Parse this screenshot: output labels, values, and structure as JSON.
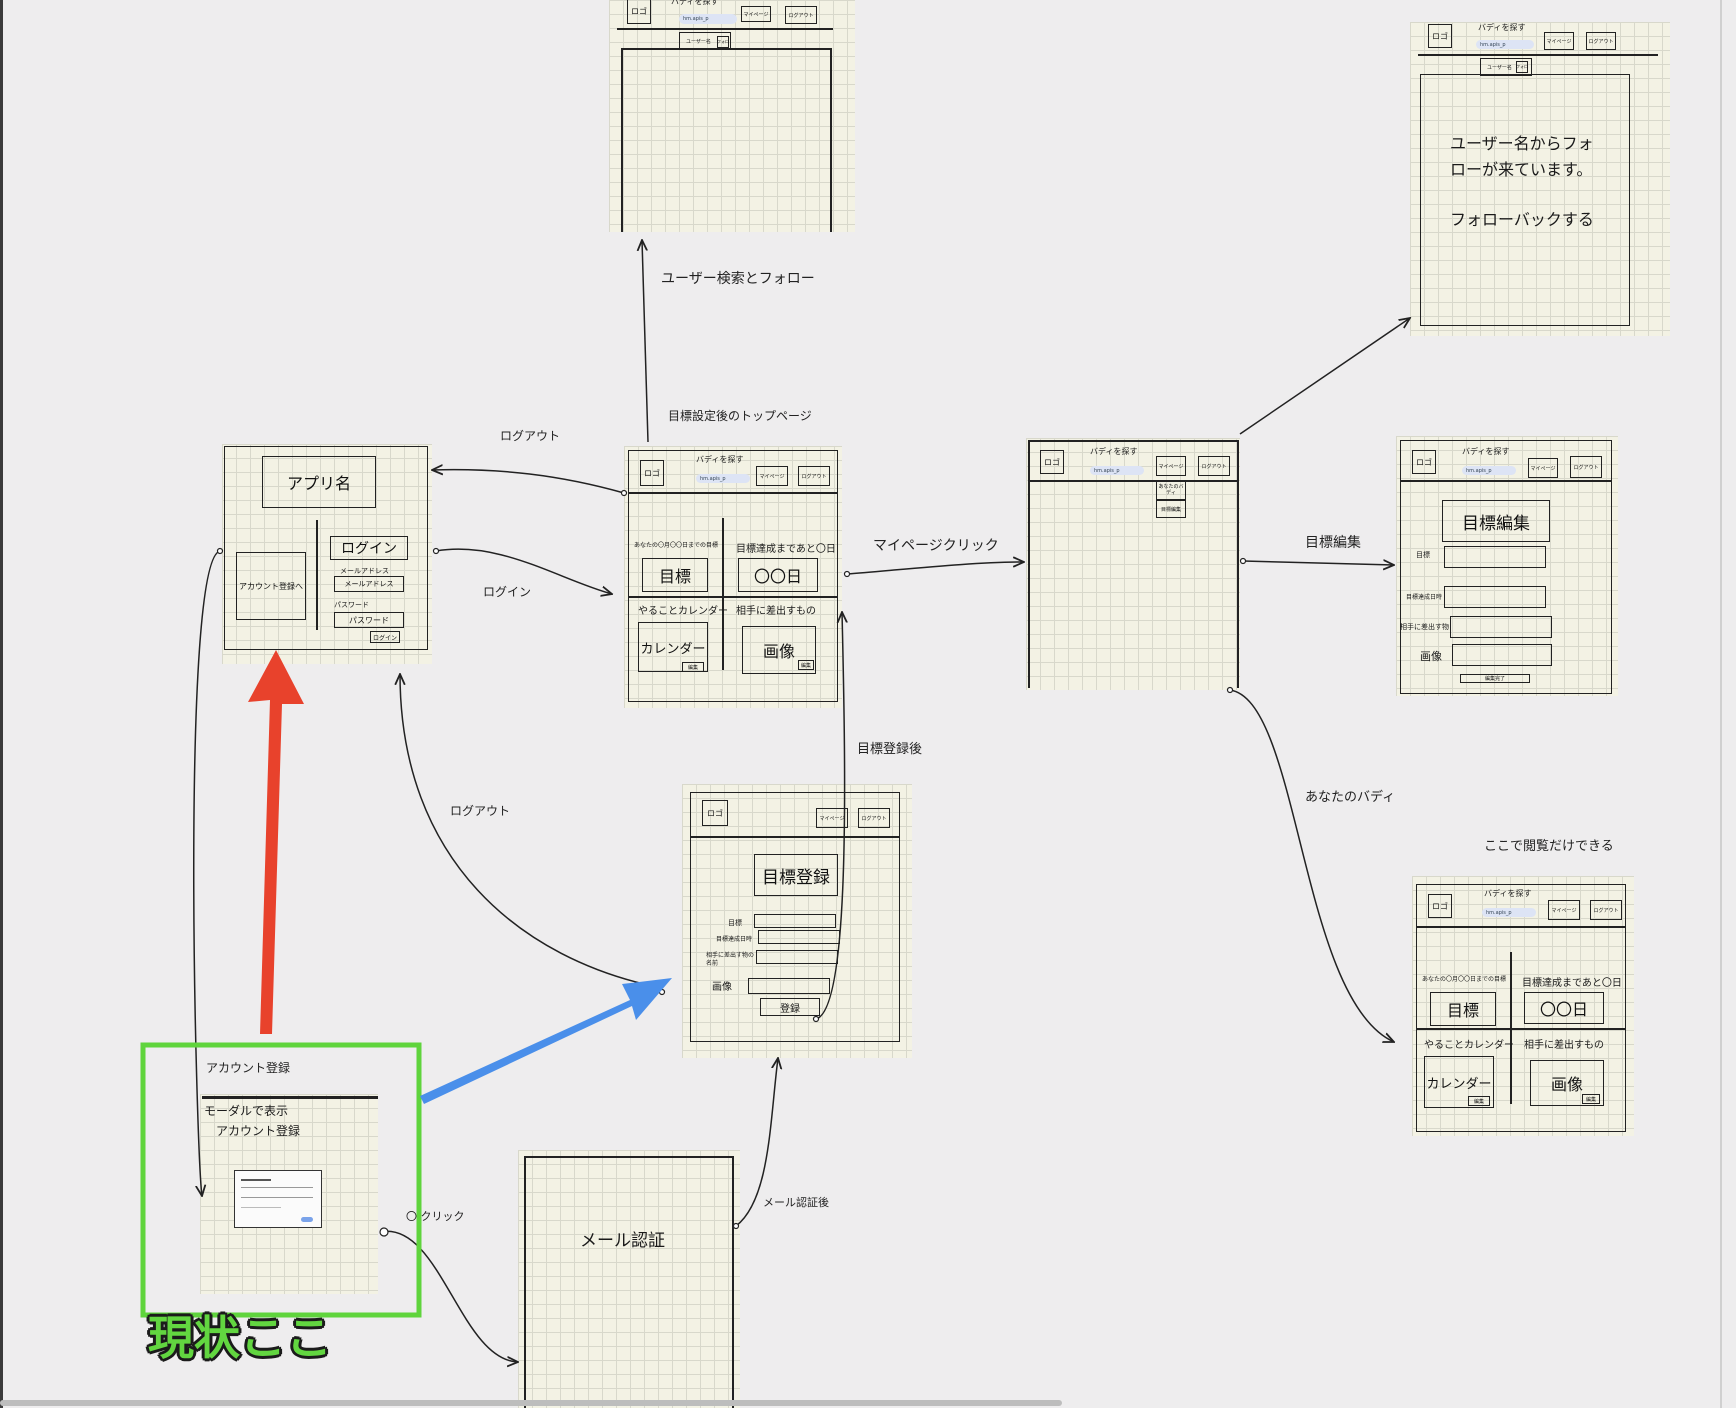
{
  "labels": {
    "user_search_follow": "ユーザー検索とフォロー",
    "top_after_goal": "目標設定後のトップページ",
    "logout_top": "ログアウト",
    "login": "ログイン",
    "logout_lower": "ログアウト",
    "mypage_click": "マイページクリック",
    "goal_edit": "目標編集",
    "after_goal_register": "目標登録後",
    "your_buddy": "あなたのバディ",
    "view_only": "ここで閲覧だけできる",
    "account_register": "アカウント登録",
    "click": "〇 クリック",
    "after_mail_auth": "メール認証後",
    "current_here": "現状ここ"
  },
  "common": {
    "logo": "ロゴ",
    "find_buddy": "バディを探す",
    "search_value": "hm.apis_p",
    "mypage": "マイページ",
    "logout": "ログアウト",
    "edit": "編集"
  },
  "login_card": {
    "app_name": "アプリ名",
    "login_title": "ログイン",
    "to_account": "アカウント登録へ",
    "email_label": "メールアドレス",
    "email_field": "メールアドレス",
    "password_label": "パスワード",
    "password_field": "パスワード",
    "login_button": "ログイン"
  },
  "top_card": {
    "goal_until": "あなたの〇月〇〇日までの目標",
    "days_until": "目標達成まであと〇日",
    "goal": "目標",
    "days": "〇〇日",
    "todo_calendar": "やることカレンダー",
    "submit_to_partner": "相手に差出すもの",
    "calendar": "カレンダー",
    "image": "画像"
  },
  "search_card": {
    "user_name": "ユーザー名",
    "follow": "フォロ"
  },
  "mypage_card": {
    "your_buddy": "あなたのバディ",
    "goal_edit": "目標編集"
  },
  "follow_card": {
    "message_line1": "ユーザー名からフォ",
    "message_line2": "ローが来ています。",
    "follow_back": "フォローバックする"
  },
  "goal_edit_card": {
    "title": "目標編集",
    "goal": "目標",
    "deadline": "目標達成日時",
    "submit_item": "相手に差出す物",
    "image": "画像",
    "done": "編集完了"
  },
  "goal_register_card": {
    "title": "目標登録",
    "goal": "目標",
    "deadline": "目標達成日時",
    "submit_item_name": "相手に差出す物の名前",
    "image": "画像",
    "register": "登録"
  },
  "account_card": {
    "modal_note": "モーダルで表示",
    "title": "アカウント登録"
  },
  "mail_card": {
    "title": "メール認証"
  },
  "colors": {
    "highlight_green": "#5fd43c",
    "red_arrow": "#e8422c",
    "blue_arrow": "#4a8fea",
    "card_bg": "#f3f2e4"
  }
}
